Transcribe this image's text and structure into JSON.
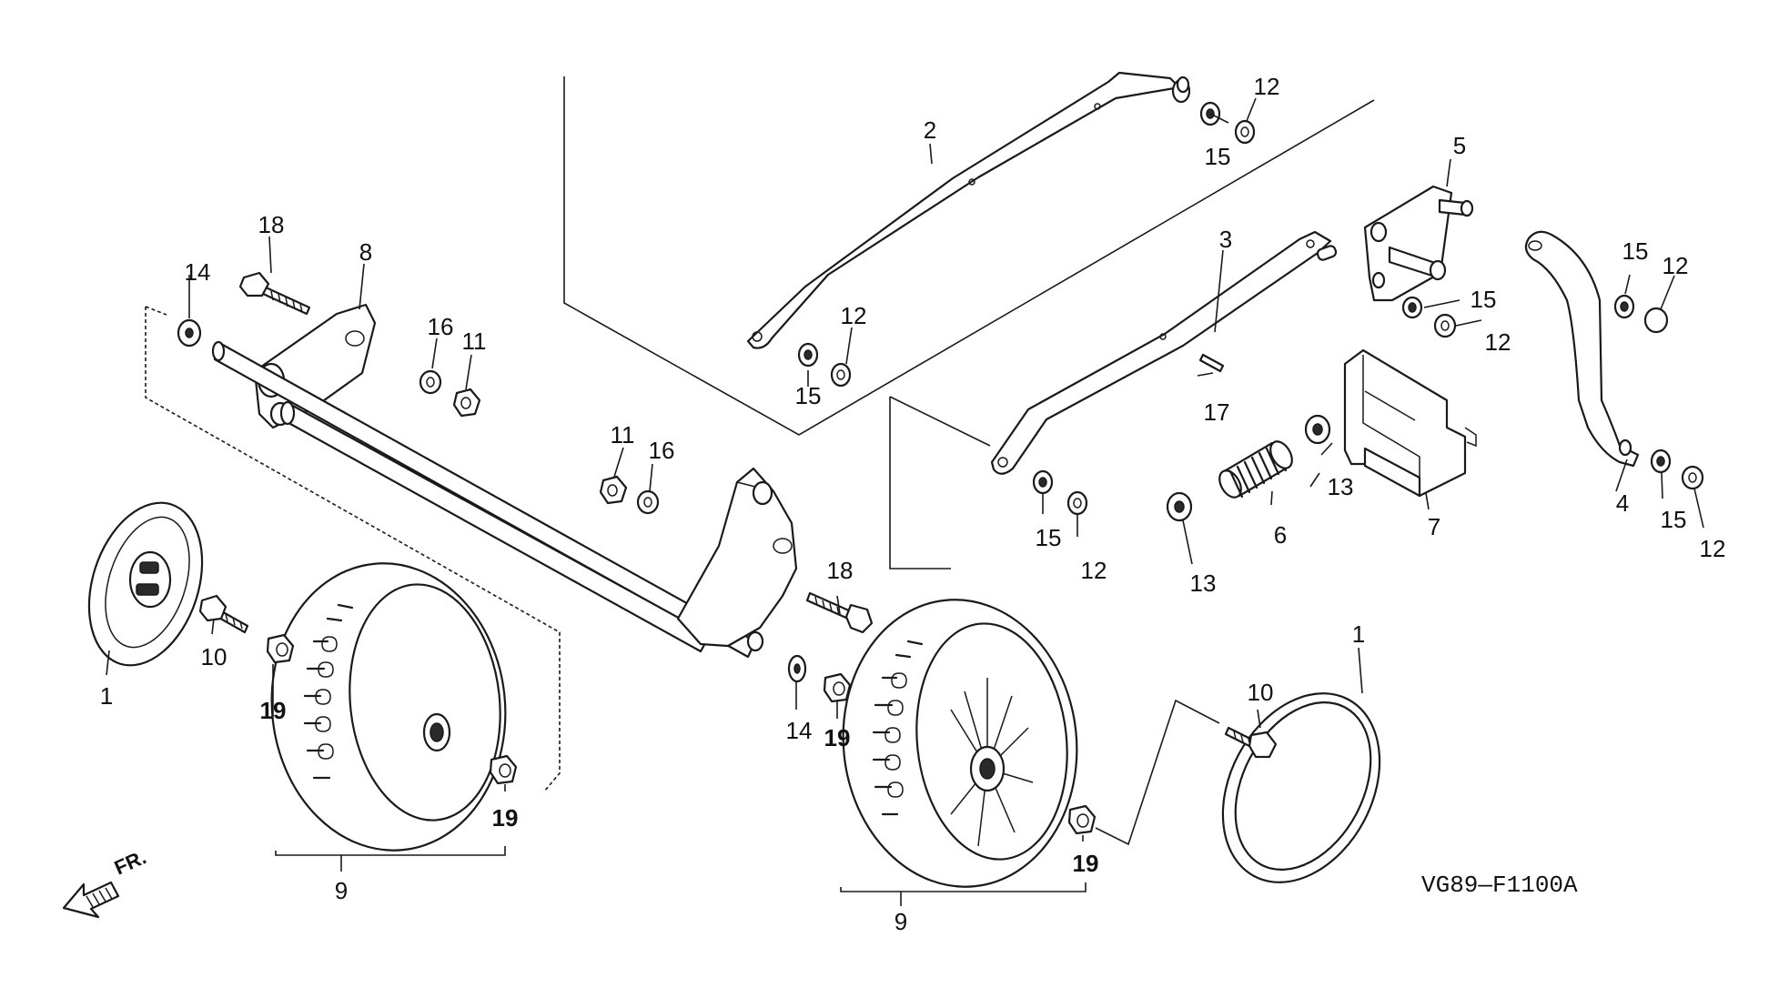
{
  "diagram_code": "VG89—F1100A",
  "front_label": "FR.",
  "callouts": {
    "c1a": "1",
    "c1b": "1",
    "c2": "2",
    "c3": "3",
    "c4": "4",
    "c5": "5",
    "c6": "6",
    "c7": "7",
    "c8": "8",
    "c9a": "9",
    "c9b": "9",
    "c10a": "10",
    "c10b": "10",
    "c11a": "11",
    "c11b": "11",
    "c12a": "12",
    "c12b": "12",
    "c12c": "12",
    "c12d": "12",
    "c12e": "12",
    "c12f": "12",
    "c13a": "13",
    "c13b": "13",
    "c14a": "14",
    "c14b": "14",
    "c15a": "15",
    "c15b": "15",
    "c15c": "15",
    "c15d": "15",
    "c15e": "15",
    "c15f": "15",
    "c16a": "16",
    "c16b": "16",
    "c17": "17",
    "c18a": "18",
    "c18b": "18",
    "c19a": "19",
    "c19b": "19",
    "c19c": "19",
    "c19d": "19"
  }
}
